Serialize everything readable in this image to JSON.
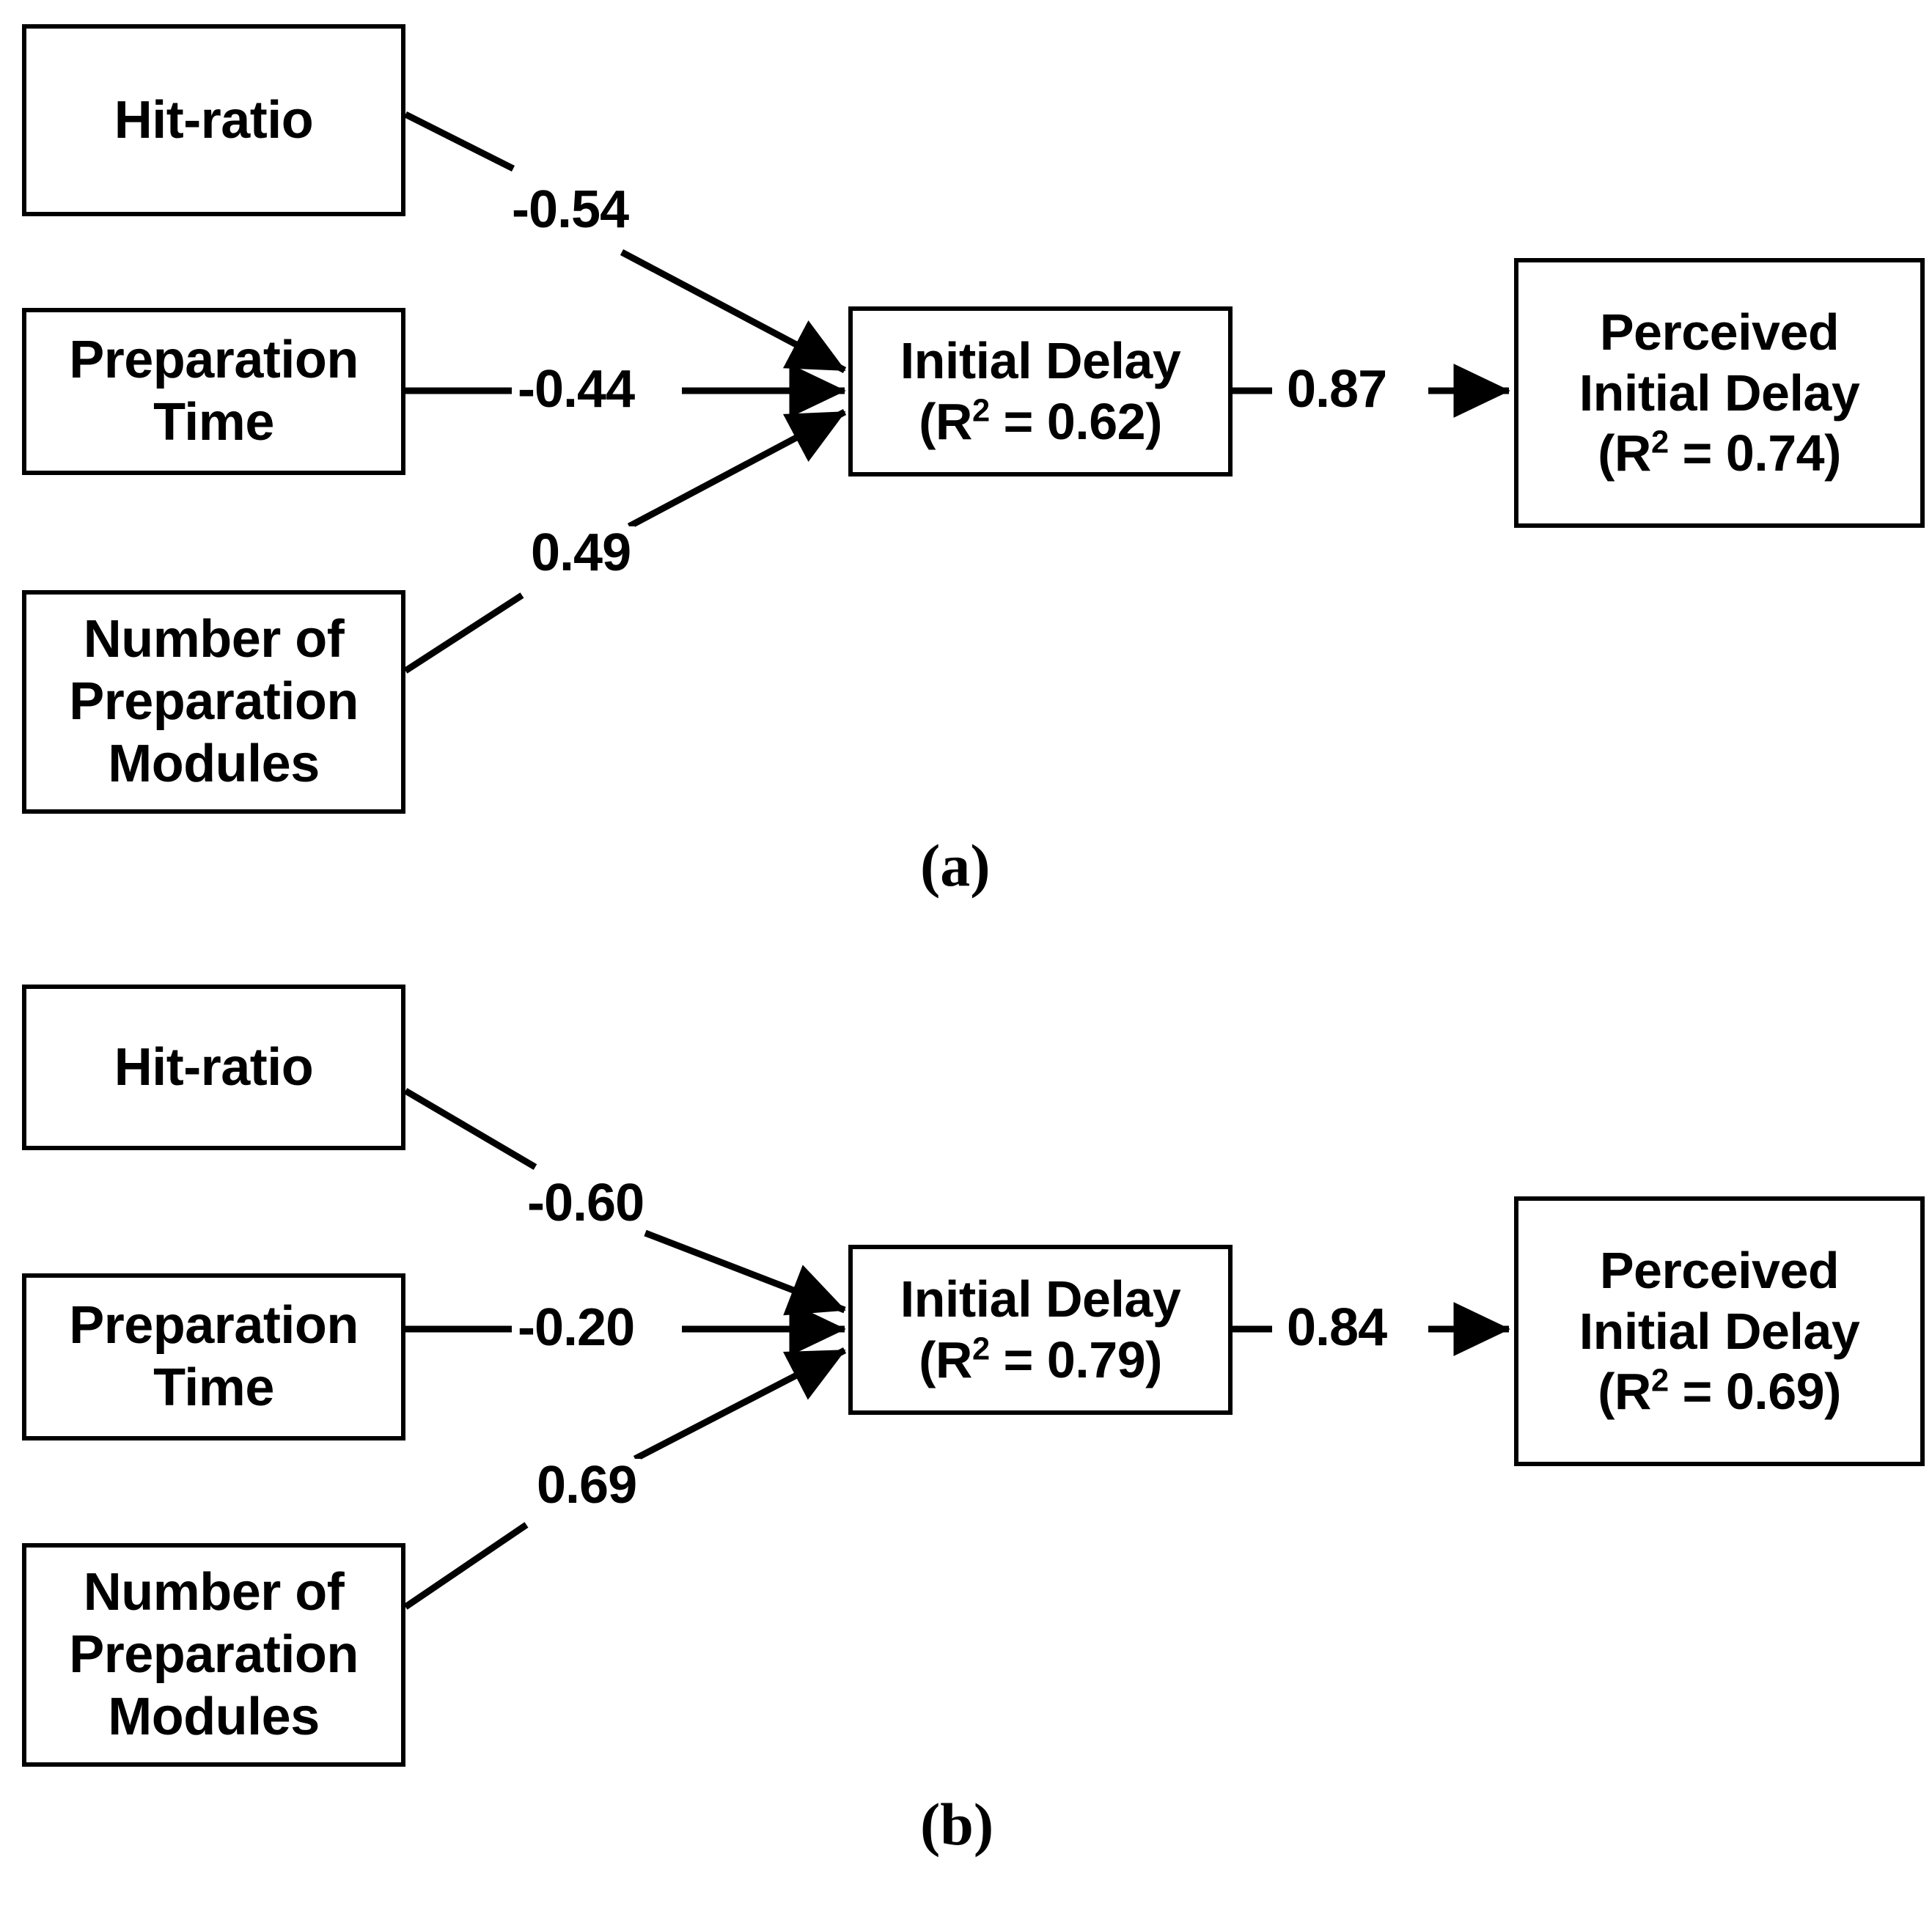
{
  "figure": {
    "type": "path-diagram",
    "panels": [
      {
        "id": "a",
        "caption": "(a)",
        "nodes": {
          "hit_ratio": {
            "label": "Hit-ratio"
          },
          "preparation_time": {
            "line1": "Preparation",
            "line2": "Time"
          },
          "preparation_modules": {
            "line1": "Number of",
            "line2": "Preparation",
            "line3": "Modules"
          },
          "initial_delay": {
            "line1": "Initial Delay",
            "r2_prefix": "(R",
            "r2_sup": "2",
            "r2_suffix": " = 0.62)",
            "r2_value": "0.62"
          },
          "perceived_initial_delay": {
            "line1": "Perceived",
            "line2": "Initial Delay",
            "r2_prefix": "(R",
            "r2_sup": "2",
            "r2_suffix": " = 0.74)",
            "r2_value": "0.74"
          }
        },
        "paths": [
          {
            "from": "hit_ratio",
            "to": "initial_delay",
            "coefficient": "-0.54"
          },
          {
            "from": "preparation_time",
            "to": "initial_delay",
            "coefficient": "-0.44"
          },
          {
            "from": "preparation_modules",
            "to": "initial_delay",
            "coefficient": "0.49"
          },
          {
            "from": "initial_delay",
            "to": "perceived_initial_delay",
            "coefficient": "0.87"
          }
        ]
      },
      {
        "id": "b",
        "caption": "(b)",
        "nodes": {
          "hit_ratio": {
            "label": "Hit-ratio"
          },
          "preparation_time": {
            "line1": "Preparation",
            "line2": "Time"
          },
          "preparation_modules": {
            "line1": "Number of",
            "line2": "Preparation",
            "line3": "Modules"
          },
          "initial_delay": {
            "line1": "Initial Delay",
            "r2_prefix": "(R",
            "r2_sup": "2",
            "r2_suffix": " = 0.79)",
            "r2_value": "0.79"
          },
          "perceived_initial_delay": {
            "line1": "Perceived",
            "line2": "Initial Delay",
            "r2_prefix": "(R",
            "r2_sup": "2",
            "r2_suffix": " = 0.69)",
            "r2_value": "0.69"
          }
        },
        "paths": [
          {
            "from": "hit_ratio",
            "to": "initial_delay",
            "coefficient": "-0.60"
          },
          {
            "from": "preparation_time",
            "to": "initial_delay",
            "coefficient": "-0.20"
          },
          {
            "from": "preparation_modules",
            "to": "initial_delay",
            "coefficient": "0.69"
          },
          {
            "from": "initial_delay",
            "to": "perceived_initial_delay",
            "coefficient": "0.84"
          }
        ]
      }
    ],
    "colors": {
      "stroke": "#000000",
      "fill": "#ffffff",
      "text": "#000000"
    }
  }
}
